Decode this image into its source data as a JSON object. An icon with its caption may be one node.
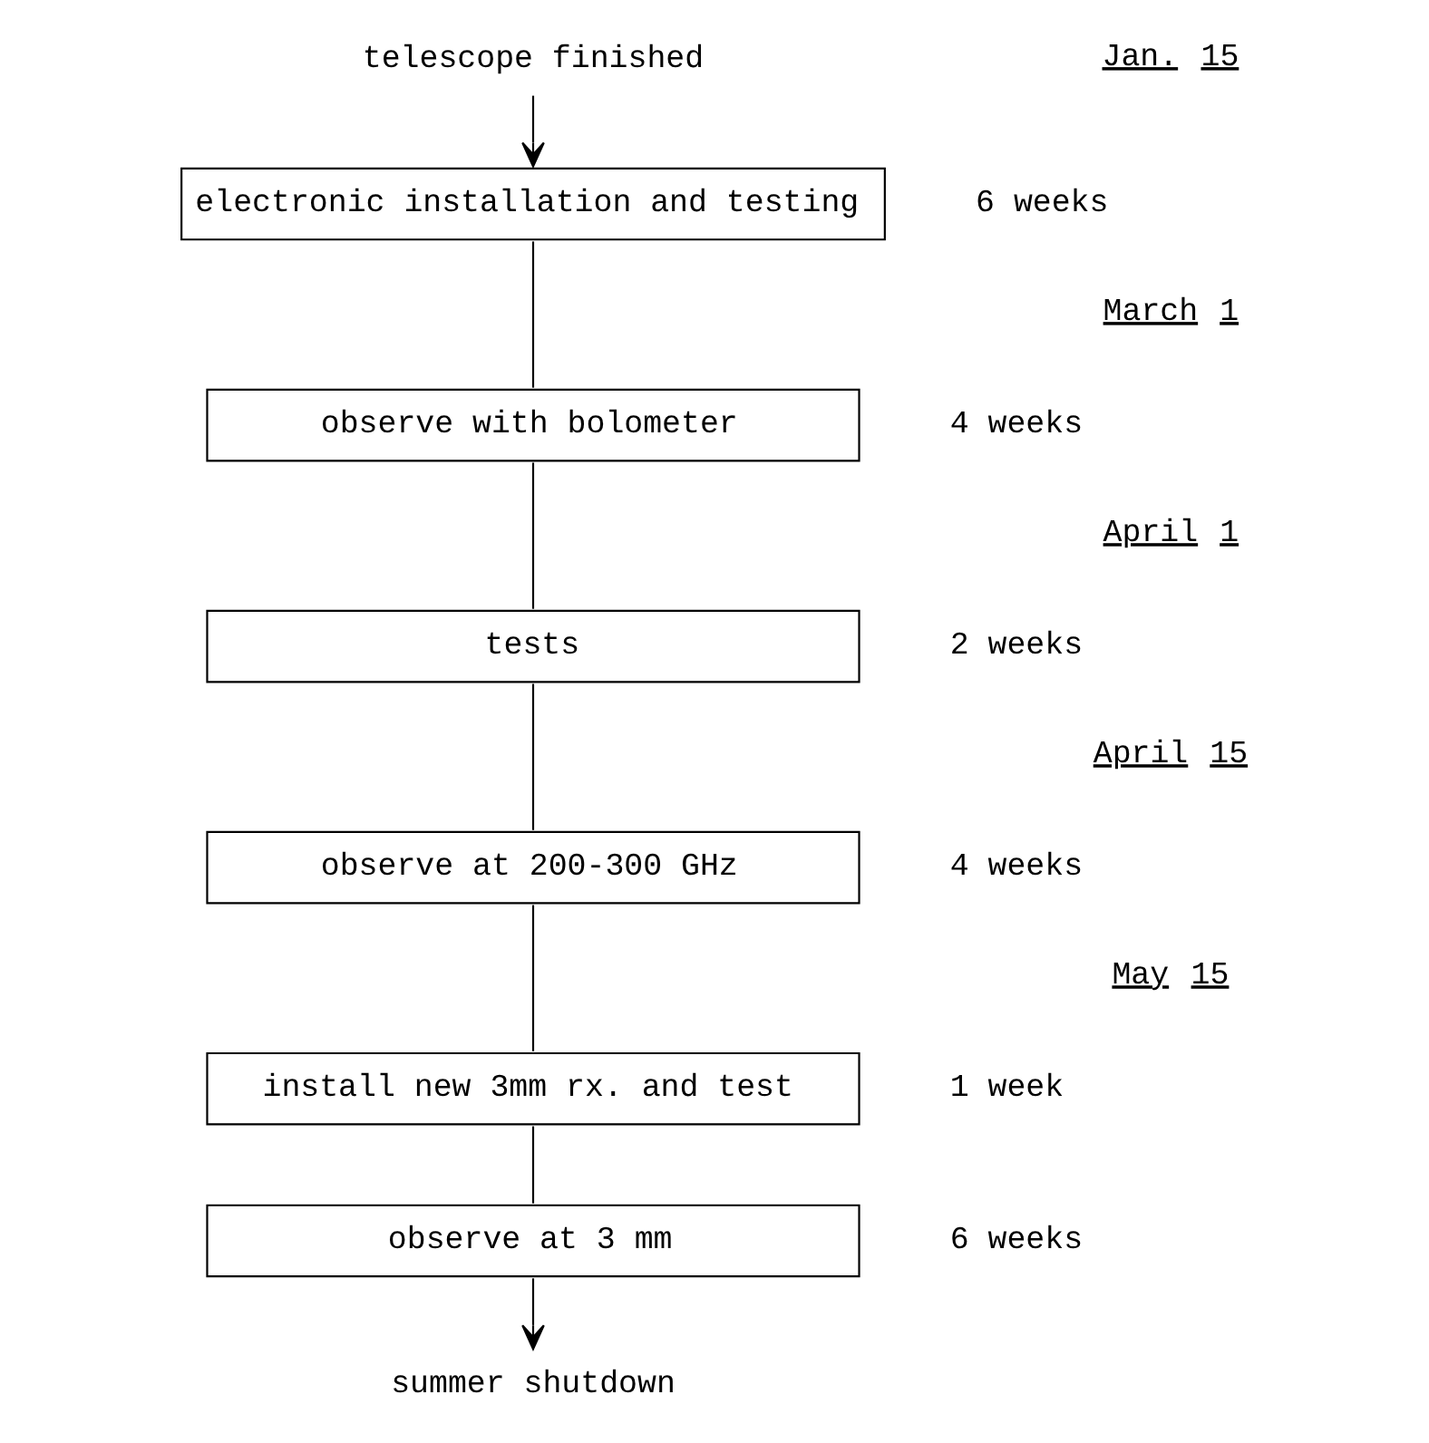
{
  "diagram": {
    "nodes": [
      {
        "text": [
          "telescope finished"
        ]
      },
      {
        "text": [
          "electronic installation and testing"
        ],
        "beside": [
          "6 weeks"
        ]
      },
      {
        "text": [
          "observe with bolometer"
        ],
        "beside": [
          "4 weeks"
        ]
      },
      {
        "text": [
          "tests"
        ],
        "beside": [
          "2 weeks"
        ]
      },
      {
        "text": [
          "observe at 200-300 GHz"
        ],
        "beside": [
          "4 weeks"
        ]
      },
      {
        "text": [
          "install new 3mm rx. and test"
        ],
        "beside": [
          "1 week"
        ]
      },
      {
        "text": [
          "observe at 3 mm"
        ],
        "beside": [
          "6 weeks"
        ]
      },
      {
        "text": [
          "summer shutdown"
        ]
      }
    ],
    "edges": [
      {
        "from": 0,
        "to": 1,
        "arrow": "to"
      },
      {
        "from": 1,
        "to": 2,
        "arrow": "none"
      },
      {
        "from": 2,
        "to": 3,
        "arrow": "none"
      },
      {
        "from": 3,
        "to": 4,
        "arrow": "none"
      },
      {
        "from": 4,
        "to": 5,
        "arrow": "none"
      },
      {
        "from": 5,
        "to": 6,
        "arrow": "none"
      },
      {
        "from": 6,
        "to": 7,
        "arrow": "to"
      }
    ],
    "labels": [
      "Jan. 15",
      "March 1",
      "April 1",
      "April 15",
      "May 15"
    ]
  }
}
